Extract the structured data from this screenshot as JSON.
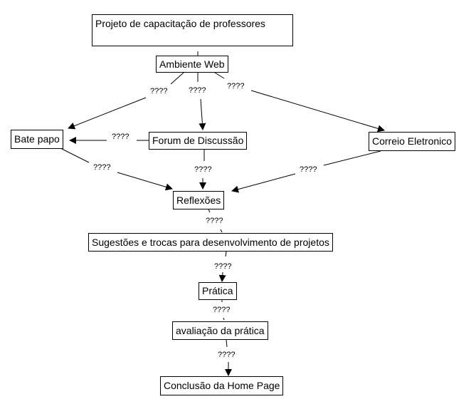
{
  "nodes": {
    "projeto": "Projeto de capacitação de professores",
    "ambiente": "Ambiente Web",
    "bate_papo": "Bate papo",
    "forum": "Forum de Discussão",
    "correio": "Correio Eletronico",
    "reflexoes": "Reflexões",
    "sugestoes": "Sugestões e trocas para desenvolvimento de projetos",
    "pratica": "Prática",
    "avaliacao": "avaliação da prática",
    "conclusao": "Conclusão da Home Page"
  },
  "links": {
    "ambiente_bate": "????",
    "ambiente_forum": "????",
    "ambiente_correio": "????",
    "forum_bate": "????",
    "bate_reflexoes": "????",
    "forum_reflexoes": "????",
    "correio_reflexoes": "????",
    "reflexoes_sugestoes": "????",
    "sugestoes_pratica": "????",
    "pratica_avaliacao": "????",
    "avaliacao_conclusao": "????"
  }
}
